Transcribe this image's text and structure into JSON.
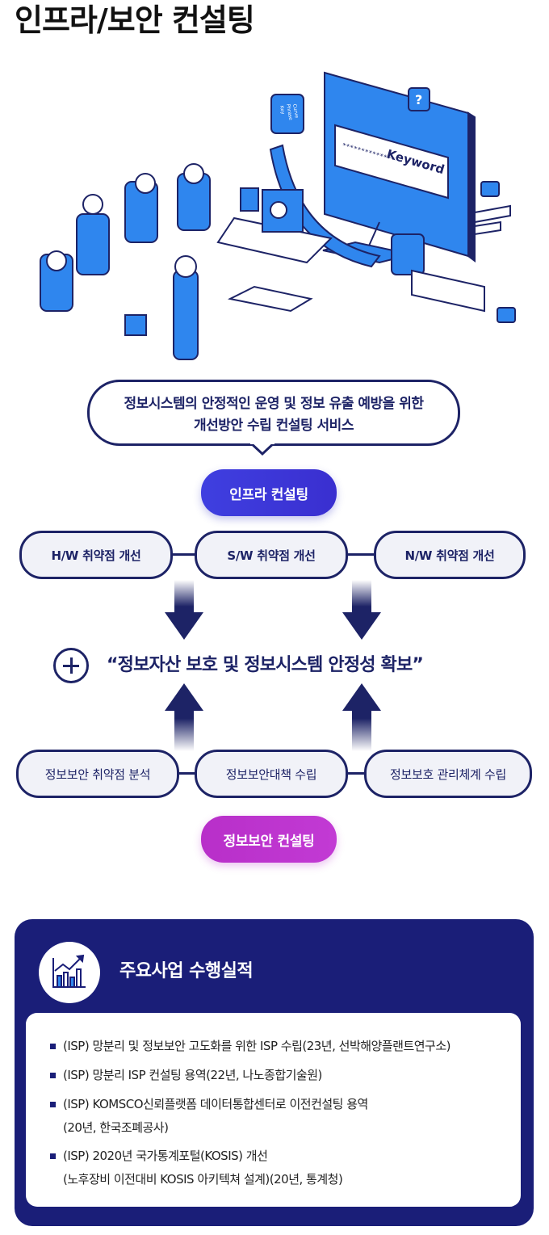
{
  "page": {
    "title": "인프라/보안 컨설팅"
  },
  "bubble": {
    "line1": "정보시스템의 안정적인 운영 및 정보 유출 예방을 위한",
    "line2": "개선방안 수립 컨설팅 서비스"
  },
  "illustration": {
    "screen_word": "Keyword",
    "password_mask": "**************",
    "note_text": [
      "Key",
      "Phrase",
      "Curve"
    ]
  },
  "infra": {
    "label": "인프라 컨설팅",
    "items": [
      "H/W 취약점 개선",
      "S/W 취약점 개선",
      "N/W 취약점 개선"
    ]
  },
  "headline": "“정보자산 보호 및 정보시스템 안정성 확보”",
  "security": {
    "label": "정보보안 컨설팅",
    "items": [
      "정보보안 취약점 분석",
      "정보보안대책 수립",
      "정보보호 관리체계 수립"
    ]
  },
  "achievements": {
    "title": "주요사업 수행실적",
    "items": [
      {
        "line1": "(ISP) 망분리 및 정보보안 고도화를 위한 ISP 수립(23년, 선박해양플랜트연구소)",
        "line2": ""
      },
      {
        "line1": "(ISP) 망분리 ISP 컨설팅 용역(22년, 나노종합기술원)",
        "line2": ""
      },
      {
        "line1": "(ISP) KOMSCO신뢰플랫폼 데이터통합센터로 이전컨설팅 용역",
        "line2": "(20년, 한국조폐공사)"
      },
      {
        "line1": "(ISP) 2020년 국가통계포털(KOSIS) 개선",
        "line2": "(노후장비 이전대비 KOSIS 아키텍쳐 설계)(20년, 통계청)"
      }
    ]
  },
  "colors": {
    "navy": "#1d2366",
    "panel": "#1a1e78",
    "infra_accent": "#3f3fe0",
    "security_accent": "#c23ad4",
    "illus_blue": "#2f86ee"
  }
}
